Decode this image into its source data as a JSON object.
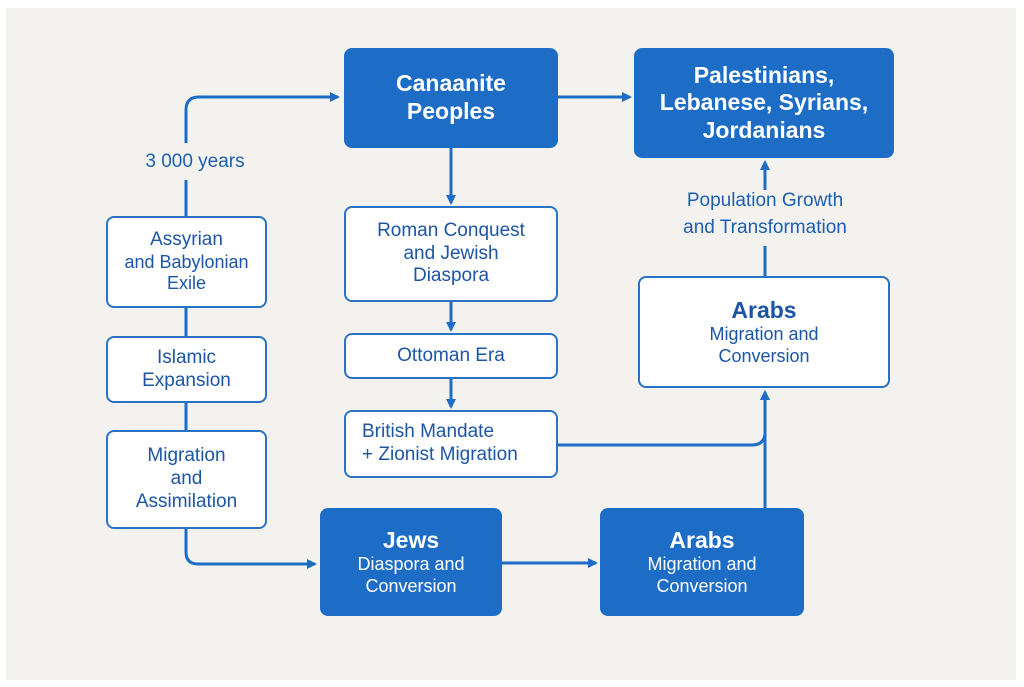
{
  "colors": {
    "accent": "#1d6cc5",
    "background": "#f4f2ef"
  },
  "nodes": {
    "canaanite": {
      "lines": [
        "Canaanite",
        "Peoples"
      ]
    },
    "modern": {
      "lines": [
        "Palestinians,",
        "Lebanese, Syrians,",
        "Jordanians"
      ]
    },
    "roman": {
      "lines": [
        "Roman Conquest",
        "and Jewish",
        "Diaspora"
      ]
    },
    "ottoman": {
      "lines": [
        "Ottoman Era"
      ]
    },
    "british": {
      "lines": [
        "British Mandate",
        "+ Zionist Migration"
      ]
    },
    "assyrian": {
      "lines": [
        "Assyrian",
        "and Babylonian",
        "Exile"
      ]
    },
    "islamic": {
      "lines": [
        "Islamic",
        "Expansion"
      ]
    },
    "migration": {
      "lines": [
        "Migration",
        "and",
        "Assimilation"
      ]
    },
    "jews": {
      "title": "Jews",
      "lines": [
        "Diaspora and",
        "Conversion"
      ]
    },
    "arabs_bottom": {
      "title": "Arabs",
      "lines": [
        "Migration and",
        "Conversion"
      ]
    },
    "arabs_top": {
      "title": "Arabs",
      "lines": [
        "Migration and",
        "Conversion"
      ]
    }
  },
  "labels": {
    "years": "3 000 years",
    "growth": [
      "Population Growth",
      "and Transformation"
    ]
  }
}
